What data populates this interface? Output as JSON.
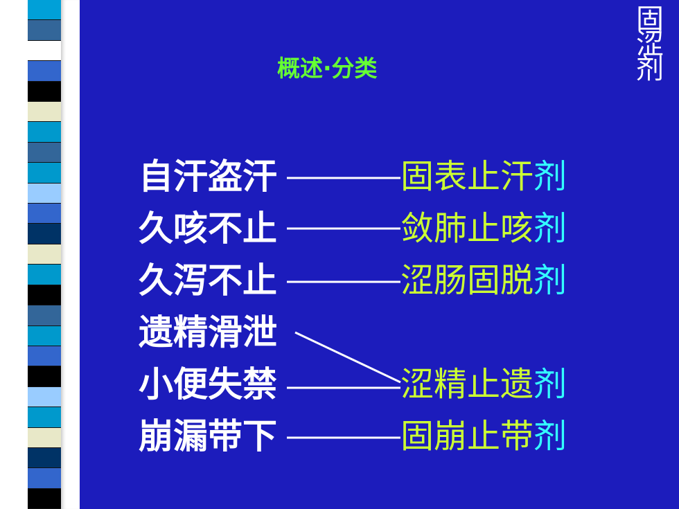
{
  "side_title": "固涩剂",
  "heading": "概述·分类",
  "colors": {
    "background": "#1c1cbc",
    "heading": "#66ff33",
    "left_text": "#ffffff",
    "right_text": "#ccff33",
    "right_suffix": "#33ffff"
  },
  "stripes": [
    "#00a0d8",
    "#336699",
    "#ffffff",
    "#3366cc",
    "#000000",
    "#e8e8c8",
    "#0099cc",
    "#336699",
    "#0099cc",
    "#99ccff",
    "#3366cc",
    "#003366",
    "#e8e8c8",
    "#0099cc",
    "#000000",
    "#336699",
    "#0099cc",
    "#3366cc",
    "#000000",
    "#99ccff",
    "#0099cc",
    "#e8e8c8",
    "#003366",
    "#3366cc",
    "#000000"
  ],
  "rows": [
    {
      "left": "自汗盗汗",
      "right_main": "固表止汗",
      "right_suffix": "剂"
    },
    {
      "left": "久咳不止",
      "right_main": "敛肺止咳",
      "right_suffix": "剂"
    },
    {
      "left": "久泻不止",
      "right_main": "涩肠固脱",
      "right_suffix": "剂"
    },
    {
      "left": "遗精滑泄",
      "right_main": "",
      "right_suffix": ""
    },
    {
      "left": "小便失禁",
      "right_main": "涩精止遗",
      "right_suffix": "剂"
    },
    {
      "left": "崩漏带下",
      "right_main": "固崩止带",
      "right_suffix": "剂"
    }
  ]
}
